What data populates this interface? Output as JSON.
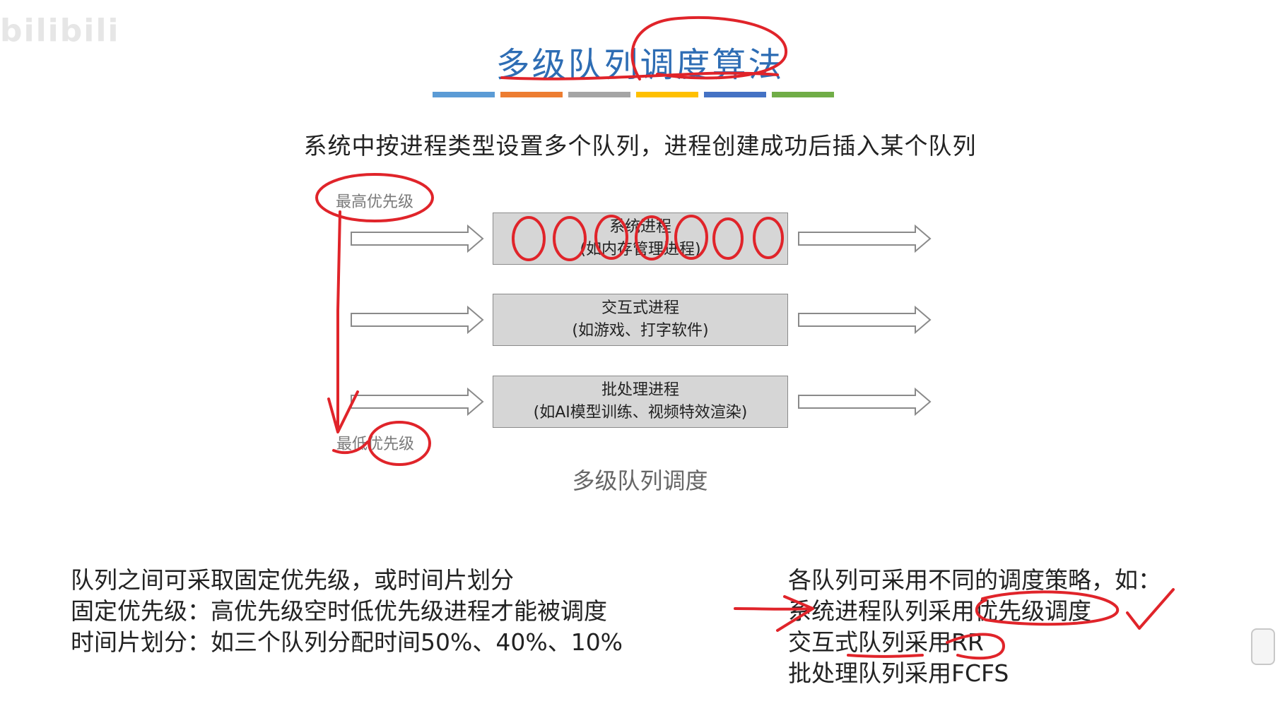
{
  "watermark": "bilibili",
  "slide": {
    "title": "多级队列调度算法",
    "subtitle": "系统中按进程类型设置多个队列，进程创建成功后插入某个队列",
    "color_bars": [
      "#5b9bd5",
      "#ed7d31",
      "#a5a5a5",
      "#ffc000",
      "#4472c4",
      "#70ad47"
    ],
    "highest_priority": "最高优先级",
    "lowest_priority": "最低优先级",
    "queues": [
      {
        "line1": "系统进程",
        "line2": "(如内存管理进程)"
      },
      {
        "line1": "交互式进程",
        "line2": "(如游戏、打字软件)"
      },
      {
        "line1": "批处理进程",
        "line2": "(如AI模型训练、视频特效渲染)"
      }
    ],
    "caption": "多级队列调度",
    "left_notes": [
      "队列之间可采取固定优先级，或时间片划分",
      "固定优先级：高优先级空时低优先级进程才能被调度",
      "时间片划分：如三个队列分配时间50%、40%、10%"
    ],
    "right_notes": [
      "各队列可采用不同的调度策略，如：",
      "系统进程队列采用优先级调度",
      "交互式队列采用RR",
      "批处理队列采用FCFS"
    ]
  }
}
